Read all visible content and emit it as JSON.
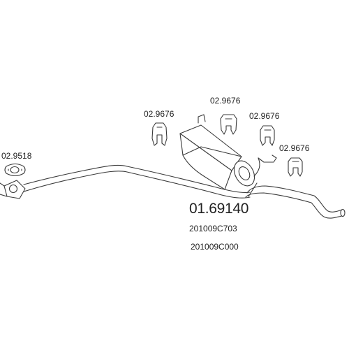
{
  "labels": {
    "gasket": "02.9518",
    "hanger_1": "02.9676",
    "hanger_2": "02.9676",
    "hanger_3": "02.9676",
    "hanger_4": "02.9676"
  },
  "part": {
    "number": "01.69140",
    "oem_codes": [
      "201009C703",
      "201009C000"
    ]
  },
  "colors": {
    "line": "#3a3a3a",
    "text": "#222222"
  }
}
